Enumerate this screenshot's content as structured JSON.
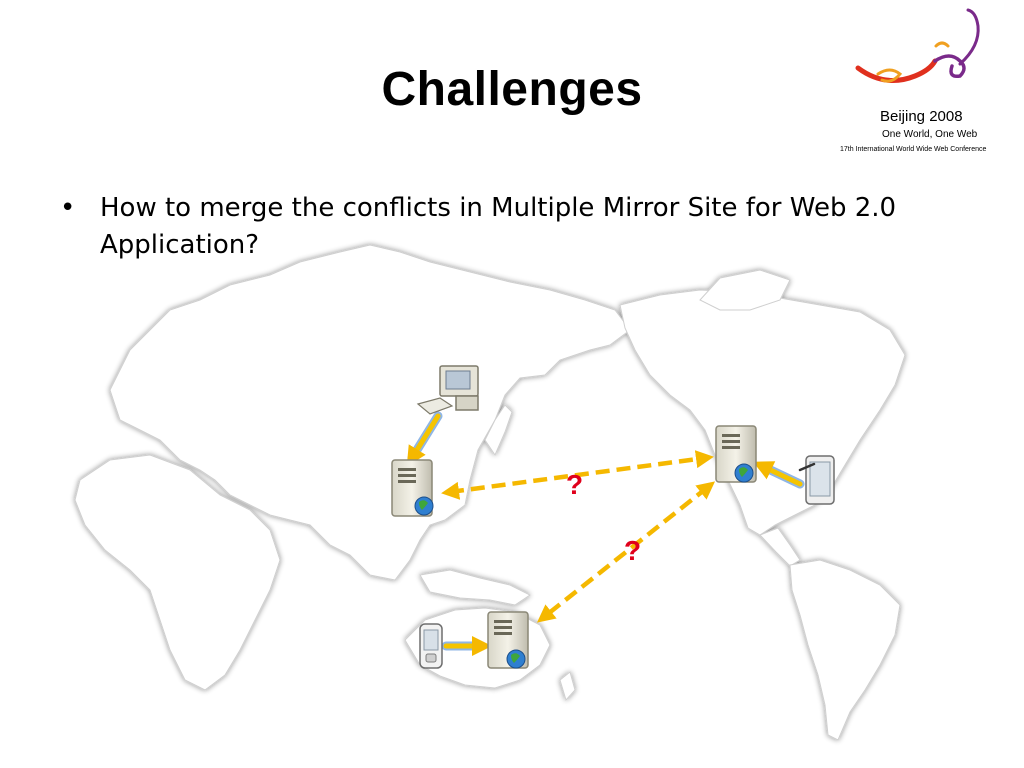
{
  "slide": {
    "title": "Challenges",
    "bullet_symbol": "•",
    "bullet_text": "How to merge the conflicts in Multiple Mirror Site for Web 2.0 Application?"
  },
  "logo": {
    "line1": "Beijing 2008",
    "line2": "One World, One Web",
    "line3": "17th International World Wide Web Conference",
    "colors": [
      "#e0301e",
      "#f0a020",
      "#7a2a8a"
    ]
  },
  "diagram": {
    "nodes": [
      {
        "id": "server-asia",
        "kind": "server-icon"
      },
      {
        "id": "server-america",
        "kind": "server-icon"
      },
      {
        "id": "server-australia",
        "kind": "server-icon"
      },
      {
        "id": "client-desktop",
        "kind": "desktop-computer-icon"
      },
      {
        "id": "client-tablet",
        "kind": "tablet-icon"
      },
      {
        "id": "client-pda",
        "kind": "pda-icon"
      }
    ],
    "conflict_labels": [
      "?",
      "?"
    ],
    "colors": {
      "sync_arrow": "#f5b800",
      "client_link": "#f5c400",
      "client_link_edge": "#8fb6e6",
      "conflict": "#e0001b"
    }
  }
}
